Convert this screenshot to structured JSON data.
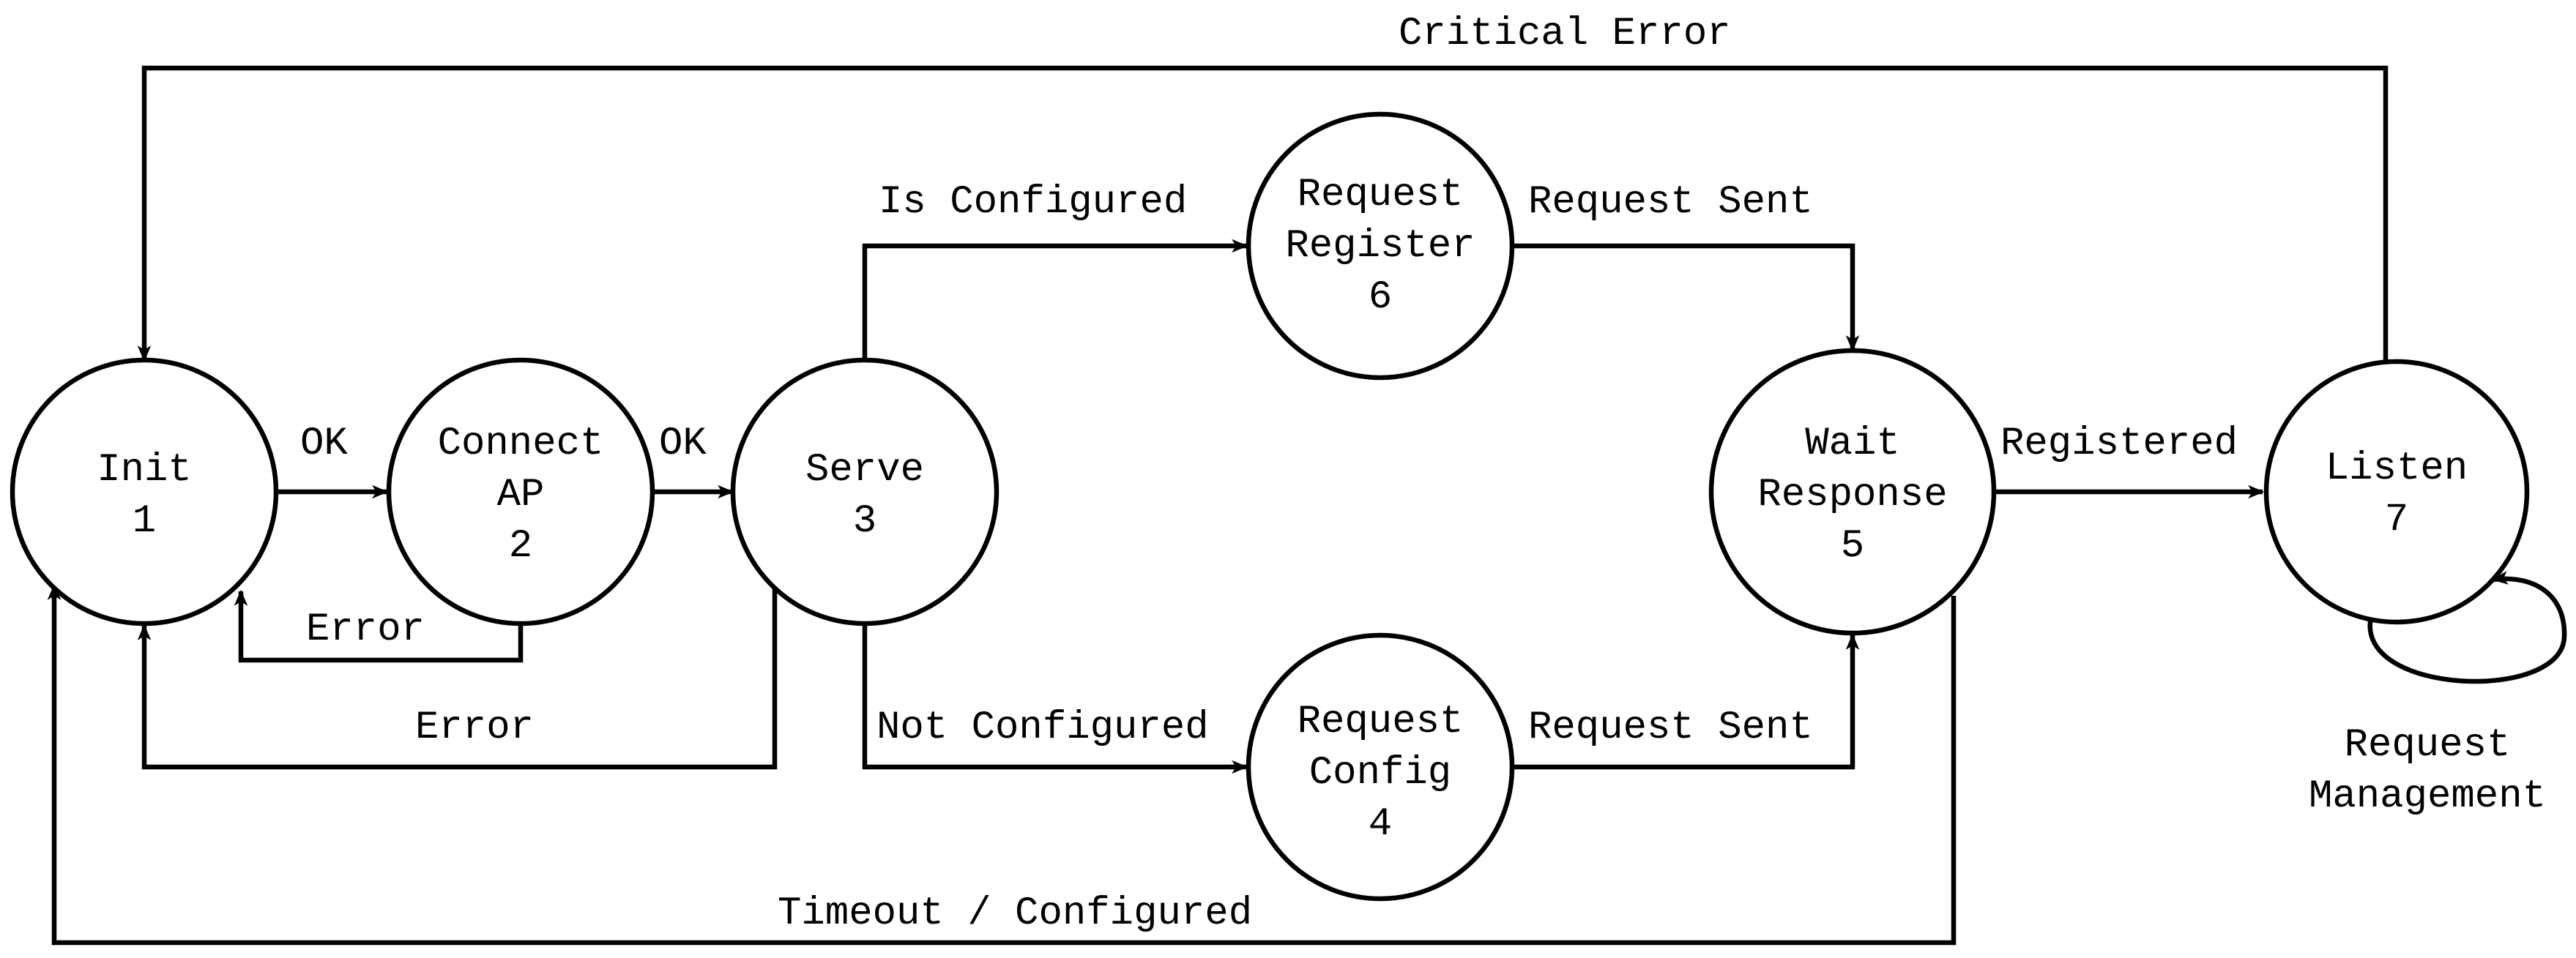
{
  "diagram": {
    "states": [
      {
        "id": "init",
        "lines": [
          "Init",
          "1"
        ]
      },
      {
        "id": "connect-ap",
        "lines": [
          "Connect",
          "AP",
          "2"
        ]
      },
      {
        "id": "serve",
        "lines": [
          "Serve",
          "3"
        ]
      },
      {
        "id": "request-register",
        "lines": [
          "Request",
          "Register",
          "6"
        ]
      },
      {
        "id": "request-config",
        "lines": [
          "Request",
          "Config",
          "4"
        ]
      },
      {
        "id": "wait-response",
        "lines": [
          "Wait",
          "Response",
          "5"
        ]
      },
      {
        "id": "listen",
        "lines": [
          "Listen",
          "7"
        ]
      }
    ],
    "transitions": {
      "critical_error": "Critical Error",
      "init_to_connect_ok": "OK",
      "connect_to_serve_ok": "OK",
      "connect_error": "Error",
      "serve_error": "Error",
      "is_configured": "Is Configured",
      "not_configured": "Not Configured",
      "register_request_sent": "Request Sent",
      "config_request_sent": "Request Sent",
      "registered": "Registered",
      "timeout_configured": "Timeout / Configured",
      "request_management_line1": "Request",
      "request_management_line2": "Management"
    }
  }
}
